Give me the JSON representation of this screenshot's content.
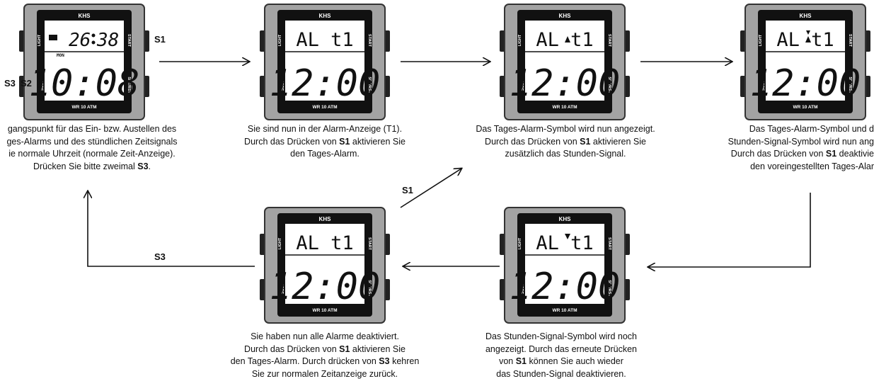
{
  "brand": "KHS",
  "watch_labels": {
    "light": "LIGHT",
    "start": "START",
    "mode": "MODE",
    "setrst": "SET/RST",
    "wr": "WR 10 ATM"
  },
  "watches": [
    {
      "id": "w1",
      "top": "26",
      "top_right": "38",
      "day": "MON",
      "big": "10:08",
      "symbol": "bell-small"
    },
    {
      "id": "w2",
      "top": "AL  t1",
      "big": "12:00",
      "symbol": "none"
    },
    {
      "id": "w3",
      "top": "AL  t1",
      "big": "12:00",
      "symbol": "bell"
    },
    {
      "id": "w4",
      "top": "AL  t1",
      "big": "12:00",
      "symbol": "bell-chime"
    },
    {
      "id": "w5",
      "top": "AL  t1",
      "big": "12:00",
      "symbol": "chime"
    },
    {
      "id": "w6",
      "top": "AL  t1",
      "big": "12:00",
      "symbol": "none"
    }
  ],
  "buttons": {
    "s1": "S1",
    "s2": "S2",
    "s3": "S3"
  },
  "captions": {
    "c1": [
      "gangspunkt für das Ein- bzw.  Austellen des",
      "ges-Alarms und des stündlichen Zeitsignals",
      "ie normale Uhrzeit (normale Zeit-Anzeige).",
      "Drücken Sie bitte zweimal ",
      "S3",
      "."
    ],
    "c2": [
      "Sie sind nun in der Alarm-Anzeige (T1).",
      "Durch das Drücken von ",
      "S1",
      " aktivieren Sie",
      "den Tages-Alarm."
    ],
    "c3": [
      "Das Tages-Alarm-Symbol wird nun angezeigt.",
      "Durch das Drücken von ",
      "S1",
      " aktivieren Sie",
      "zusätzlich das Stunden-Signal."
    ],
    "c4": [
      "Das Tages-Alarm-Symbol und d",
      "Stunden-Signal-Symbol wird nun ang",
      "Durch das Drücken von ",
      "S1",
      " deaktivie",
      "den voreingestellten Tages-Alar"
    ],
    "c5": [
      "Das Stunden-Signal-Symbol wird noch",
      "angezeigt. Durch das erneute Drücken",
      "von ",
      "S1",
      " können Sie auch wieder",
      "das Stunden-Signal deaktivieren."
    ],
    "c6": [
      "Sie haben nun alle Alarme deaktiviert.",
      "Durch das Drücken von ",
      "S1",
      " aktivieren Sie",
      "den Tages-Alarm. Durch drücken von ",
      "S3",
      " kehren",
      "Sie zur normalen Zeitanzeige zurück."
    ]
  },
  "arrow_labels": {
    "s1": "S1",
    "s3": "S3"
  }
}
